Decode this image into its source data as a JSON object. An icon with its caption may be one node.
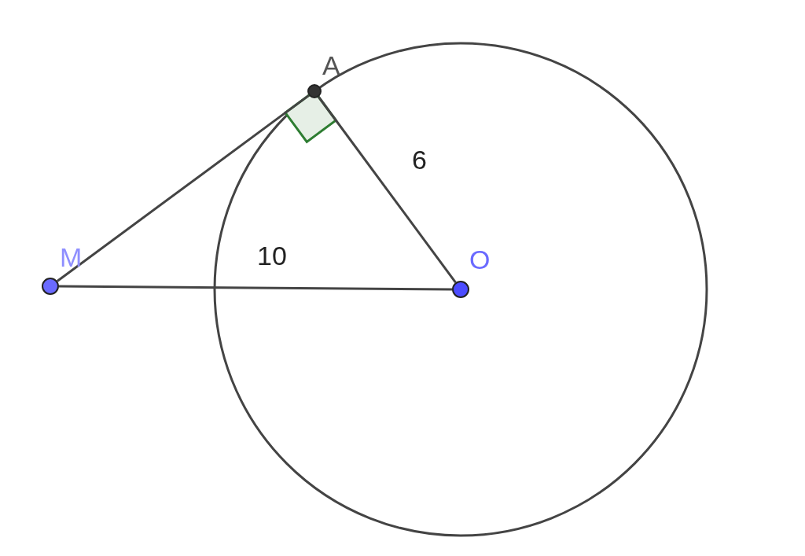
{
  "diagram": {
    "nodes": [
      {
        "text": [],
        "shape": "circle",
        "beside": [
          "M"
        ]
      },
      {
        "text": [],
        "shape": "circle",
        "beside": [
          "A"
        ]
      },
      {
        "text": [],
        "shape": "circle",
        "beside": [
          "O"
        ]
      }
    ],
    "edges": [
      {
        "from": 0,
        "to": 1,
        "arrow": "none"
      },
      {
        "from": 1,
        "to": 2,
        "label": "6",
        "arrow": "none"
      },
      {
        "from": 0,
        "to": 2,
        "label": "10",
        "arrow": "none"
      }
    ]
  }
}
